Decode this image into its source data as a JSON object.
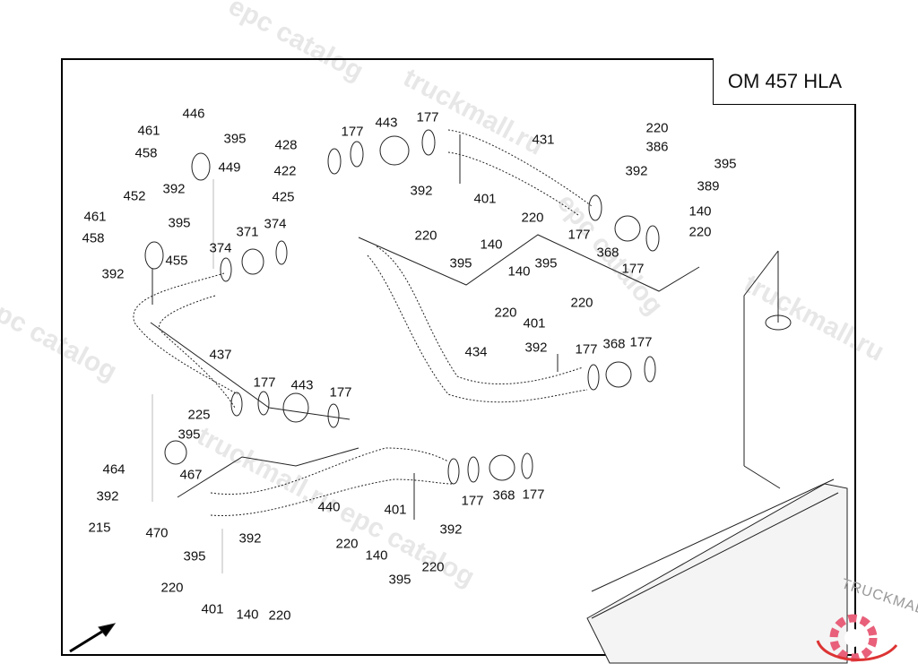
{
  "diagram": {
    "engine_model": "OM 457 HLA",
    "watermarks": [
      "epc catalog",
      "truckmall.ru",
      "truckmall.ru epc catalog",
      "epc catalog",
      "truckmall.ru",
      "epc catalog"
    ],
    "brand_logo_text": "TRUCKMALLPARTS",
    "direction_arrow": "front-direction-arrow",
    "part_labels": [
      {
        "id": "p1",
        "text": "446"
      },
      {
        "id": "p2",
        "text": "461"
      },
      {
        "id": "p3",
        "text": "395"
      },
      {
        "id": "p4",
        "text": "458"
      },
      {
        "id": "p5",
        "text": "449"
      },
      {
        "id": "p6",
        "text": "392"
      },
      {
        "id": "p7",
        "text": "452"
      },
      {
        "id": "p8",
        "text": "461"
      },
      {
        "id": "p9",
        "text": "395"
      },
      {
        "id": "p10",
        "text": "458"
      },
      {
        "id": "p11",
        "text": "455"
      },
      {
        "id": "p12",
        "text": "392"
      },
      {
        "id": "p13",
        "text": "374"
      },
      {
        "id": "p14",
        "text": "371"
      },
      {
        "id": "p15",
        "text": "374"
      },
      {
        "id": "p16",
        "text": "428"
      },
      {
        "id": "p17",
        "text": "177"
      },
      {
        "id": "p18",
        "text": "443"
      },
      {
        "id": "p19",
        "text": "177"
      },
      {
        "id": "p20",
        "text": "422"
      },
      {
        "id": "p21",
        "text": "425"
      },
      {
        "id": "p22",
        "text": "431"
      },
      {
        "id": "p23",
        "text": "392"
      },
      {
        "id": "p24",
        "text": "401"
      },
      {
        "id": "p25",
        "text": "220"
      },
      {
        "id": "p26",
        "text": "220"
      },
      {
        "id": "p27",
        "text": "140"
      },
      {
        "id": "p28",
        "text": "395"
      },
      {
        "id": "p29",
        "text": "220"
      },
      {
        "id": "p30",
        "text": "386"
      },
      {
        "id": "p31",
        "text": "395"
      },
      {
        "id": "p32",
        "text": "392"
      },
      {
        "id": "p33",
        "text": "389"
      },
      {
        "id": "p34",
        "text": "140"
      },
      {
        "id": "p35",
        "text": "220"
      },
      {
        "id": "p36",
        "text": "177"
      },
      {
        "id": "p37",
        "text": "368"
      },
      {
        "id": "p38",
        "text": "177"
      },
      {
        "id": "p39",
        "text": "140"
      },
      {
        "id": "p40",
        "text": "395"
      },
      {
        "id": "p41",
        "text": "220"
      },
      {
        "id": "p42",
        "text": "220"
      },
      {
        "id": "p43",
        "text": "401"
      },
      {
        "id": "p44",
        "text": "392"
      },
      {
        "id": "p45",
        "text": "434"
      },
      {
        "id": "p46",
        "text": "177"
      },
      {
        "id": "p47",
        "text": "368"
      },
      {
        "id": "p48",
        "text": "177"
      },
      {
        "id": "p49",
        "text": "437"
      },
      {
        "id": "p50",
        "text": "177"
      },
      {
        "id": "p51",
        "text": "443"
      },
      {
        "id": "p52",
        "text": "177"
      },
      {
        "id": "p53",
        "text": "225"
      },
      {
        "id": "p54",
        "text": "395"
      },
      {
        "id": "p55",
        "text": "464"
      },
      {
        "id": "p56",
        "text": "467"
      },
      {
        "id": "p57",
        "text": "392"
      },
      {
        "id": "p58",
        "text": "215"
      },
      {
        "id": "p59",
        "text": "470"
      },
      {
        "id": "p60",
        "text": "440"
      },
      {
        "id": "p61",
        "text": "177"
      },
      {
        "id": "p62",
        "text": "368"
      },
      {
        "id": "p63",
        "text": "177"
      },
      {
        "id": "p64",
        "text": "401"
      },
      {
        "id": "p65",
        "text": "392"
      },
      {
        "id": "p66",
        "text": "220"
      },
      {
        "id": "p67",
        "text": "140"
      },
      {
        "id": "p68",
        "text": "220"
      },
      {
        "id": "p69",
        "text": "395"
      },
      {
        "id": "p70",
        "text": "392"
      },
      {
        "id": "p71",
        "text": "395"
      },
      {
        "id": "p72",
        "text": "220"
      },
      {
        "id": "p73",
        "text": "401"
      },
      {
        "id": "p74",
        "text": "140"
      },
      {
        "id": "p75",
        "text": "220"
      }
    ]
  }
}
